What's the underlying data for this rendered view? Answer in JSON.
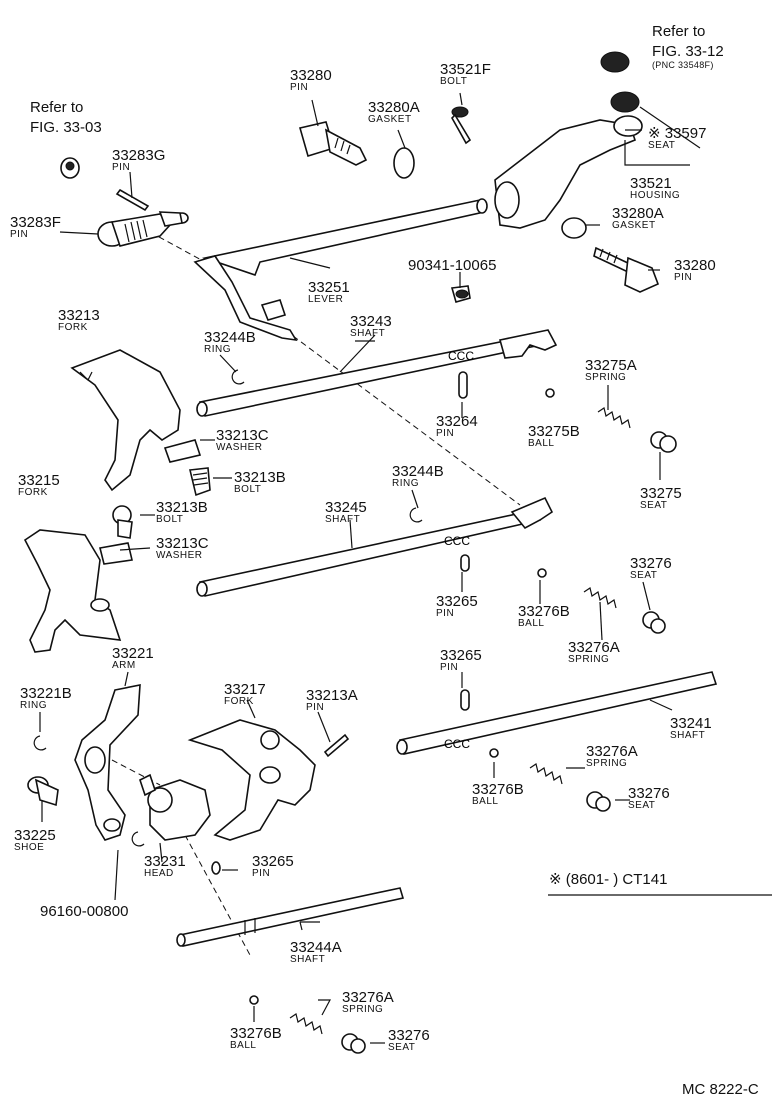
{
  "diagram": {
    "labels": [
      {
        "id": "p33280_top",
        "num": "33280",
        "name": "PIN"
      },
      {
        "id": "p33521F",
        "num": "33521F",
        "name": "BOLT"
      },
      {
        "id": "p33280A_top",
        "num": "33280A",
        "name": "GASKET"
      },
      {
        "id": "p33283G",
        "num": "33283G",
        "name": "PIN"
      },
      {
        "id": "p33283F",
        "num": "33283F",
        "name": "PIN"
      },
      {
        "id": "p33597",
        "num": "※ 33597",
        "name": "SEAT"
      },
      {
        "id": "p33521",
        "num": "33521",
        "name": "HOUSING"
      },
      {
        "id": "p33280A_r",
        "num": "33280A",
        "name": "GASKET"
      },
      {
        "id": "p33280_r",
        "num": "33280",
        "name": "PIN"
      },
      {
        "id": "p90341",
        "num": "90341-10065",
        "name": ""
      },
      {
        "id": "p33251",
        "num": "33251",
        "name": "LEVER"
      },
      {
        "id": "p33213",
        "num": "33213",
        "name": "FORK"
      },
      {
        "id": "p33244B_1",
        "num": "33244B",
        "name": "RING"
      },
      {
        "id": "p33243",
        "num": "33243",
        "name": "SHAFT"
      },
      {
        "id": "p33275A",
        "num": "33275A",
        "name": "SPRING"
      },
      {
        "id": "p33264",
        "num": "33264",
        "name": "PIN"
      },
      {
        "id": "p33275B",
        "num": "33275B",
        "name": "BALL"
      },
      {
        "id": "p33213C_1",
        "num": "33213C",
        "name": "WASHER"
      },
      {
        "id": "p33213B_1",
        "num": "33213B",
        "name": "BOLT"
      },
      {
        "id": "p33275",
        "num": "33275",
        "name": "SEAT"
      },
      {
        "id": "p33215",
        "num": "33215",
        "name": "FORK"
      },
      {
        "id": "p33244B_2",
        "num": "33244B",
        "name": "RING"
      },
      {
        "id": "p33213B_2",
        "num": "33213B",
        "name": "BOLT"
      },
      {
        "id": "p33245",
        "num": "33245",
        "name": "SHAFT"
      },
      {
        "id": "p33213C_2",
        "num": "33213C",
        "name": "WASHER"
      },
      {
        "id": "p33276_1",
        "num": "33276",
        "name": "SEAT"
      },
      {
        "id": "p33265_1",
        "num": "33265",
        "name": "PIN"
      },
      {
        "id": "p33276B_1",
        "num": "33276B",
        "name": "BALL"
      },
      {
        "id": "p33276A_1",
        "num": "33276A",
        "name": "SPRING"
      },
      {
        "id": "p33221",
        "num": "33221",
        "name": "ARM"
      },
      {
        "id": "p33265_2",
        "num": "33265",
        "name": "PIN"
      },
      {
        "id": "p33221B",
        "num": "33221B",
        "name": "RING"
      },
      {
        "id": "p33217",
        "num": "33217",
        "name": "FORK"
      },
      {
        "id": "p33213A",
        "num": "33213A",
        "name": "PIN"
      },
      {
        "id": "p33241",
        "num": "33241",
        "name": "SHAFT"
      },
      {
        "id": "p33276A_2",
        "num": "33276A",
        "name": "SPRING"
      },
      {
        "id": "p33276B_2",
        "num": "33276B",
        "name": "BALL"
      },
      {
        "id": "p33276_2",
        "num": "33276",
        "name": "SEAT"
      },
      {
        "id": "p33225",
        "num": "33225",
        "name": "SHOE"
      },
      {
        "id": "p33231",
        "num": "33231",
        "name": "HEAD"
      },
      {
        "id": "p33265_3",
        "num": "33265",
        "name": "PIN"
      },
      {
        "id": "p96160",
        "num": "96160-00800",
        "name": ""
      },
      {
        "id": "p33244A",
        "num": "33244A",
        "name": "SHAFT"
      },
      {
        "id": "p33276A_3",
        "num": "33276A",
        "name": "SPRING"
      },
      {
        "id": "p33276B_3",
        "num": "33276B",
        "name": "BALL"
      },
      {
        "id": "p33276_3",
        "num": "33276",
        "name": "SEAT"
      }
    ],
    "refs": {
      "fig_33_03": {
        "line1": "Refer to",
        "line2": "FIG. 33-03"
      },
      "fig_33_12": {
        "line1": "Refer to",
        "line2": "FIG. 33-12",
        "line3": "(PNC 33548F)"
      }
    },
    "note": "※ (8601-        ) CT141",
    "code": "MC 8222-C"
  }
}
